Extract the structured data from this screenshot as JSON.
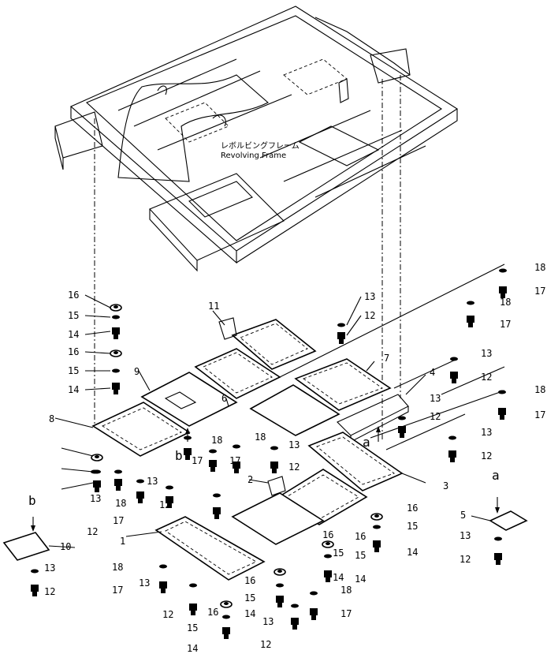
{
  "frame_caption": {
    "jp": "レボルビングフレーム",
    "en": "Revolving Frame"
  },
  "callouts": [
    {
      "id": "c16a",
      "text": "16"
    },
    {
      "id": "c15a",
      "text": "15"
    },
    {
      "id": "c14a",
      "text": "14"
    },
    {
      "id": "c16b",
      "text": "16"
    },
    {
      "id": "c15b",
      "text": "15"
    },
    {
      "id": "c14b",
      "text": "14"
    },
    {
      "id": "c11",
      "text": "11"
    },
    {
      "id": "c9",
      "text": "9"
    },
    {
      "id": "c8",
      "text": "8"
    },
    {
      "id": "c6",
      "text": "6"
    },
    {
      "id": "c7",
      "text": "7"
    },
    {
      "id": "c4",
      "text": "4"
    },
    {
      "id": "c13a",
      "text": "13"
    },
    {
      "id": "c12a",
      "text": "12"
    },
    {
      "id": "c18a",
      "text": "18"
    },
    {
      "id": "c17a",
      "text": "17"
    },
    {
      "id": "c18b",
      "text": "18"
    },
    {
      "id": "c17b",
      "text": "17"
    },
    {
      "id": "c13b",
      "text": "13"
    },
    {
      "id": "c12b",
      "text": "12"
    },
    {
      "id": "c13c",
      "text": "13"
    },
    {
      "id": "c12c",
      "text": "12"
    },
    {
      "id": "c18c",
      "text": "18"
    },
    {
      "id": "c17c",
      "text": "17"
    },
    {
      "id": "c13d",
      "text": "13"
    },
    {
      "id": "c12d",
      "text": "12"
    },
    {
      "id": "c3",
      "text": "3"
    },
    {
      "id": "c16c",
      "text": "16"
    },
    {
      "id": "c15c",
      "text": "15"
    },
    {
      "id": "c14c",
      "text": "14"
    },
    {
      "id": "c13e",
      "text": "13"
    },
    {
      "id": "c12e",
      "text": "12"
    },
    {
      "id": "c18d",
      "text": "18"
    },
    {
      "id": "c17d",
      "text": "17"
    },
    {
      "id": "c18e",
      "text": "18"
    },
    {
      "id": "c17e",
      "text": "17"
    },
    {
      "id": "c13f",
      "text": "13"
    },
    {
      "id": "c12f",
      "text": "12"
    },
    {
      "id": "c18f",
      "text": "18"
    },
    {
      "id": "c17f",
      "text": "17"
    },
    {
      "id": "c13g",
      "text": "13"
    },
    {
      "id": "c12g",
      "text": "12"
    },
    {
      "id": "c2",
      "text": "2"
    },
    {
      "id": "c16d",
      "text": "16"
    },
    {
      "id": "c15d",
      "text": "15"
    },
    {
      "id": "c14d",
      "text": "14"
    },
    {
      "id": "c16e",
      "text": "16"
    },
    {
      "id": "c15e",
      "text": "15"
    },
    {
      "id": "c14e",
      "text": "14"
    },
    {
      "id": "c1",
      "text": "1"
    },
    {
      "id": "c18g",
      "text": "18"
    },
    {
      "id": "c17g",
      "text": "17"
    },
    {
      "id": "c13h",
      "text": "13"
    },
    {
      "id": "c12h",
      "text": "12"
    },
    {
      "id": "c16f",
      "text": "16"
    },
    {
      "id": "c15f",
      "text": "15"
    },
    {
      "id": "c14f",
      "text": "14"
    },
    {
      "id": "c16g",
      "text": "16"
    },
    {
      "id": "c15g",
      "text": "15"
    },
    {
      "id": "c14g",
      "text": "14"
    },
    {
      "id": "c13i",
      "text": "13"
    },
    {
      "id": "c12i",
      "text": "12"
    },
    {
      "id": "c18h",
      "text": "18"
    },
    {
      "id": "c17h",
      "text": "17"
    },
    {
      "id": "c10",
      "text": "10"
    },
    {
      "id": "c13j",
      "text": "13"
    },
    {
      "id": "c12j",
      "text": "12"
    },
    {
      "id": "c5",
      "text": "5"
    },
    {
      "id": "c13k",
      "text": "13"
    },
    {
      "id": "c12k",
      "text": "12"
    },
    {
      "id": "ca1",
      "text": "a"
    },
    {
      "id": "ca2",
      "text": "a"
    },
    {
      "id": "cb1",
      "text": "b"
    },
    {
      "id": "cb2",
      "text": "b"
    }
  ]
}
